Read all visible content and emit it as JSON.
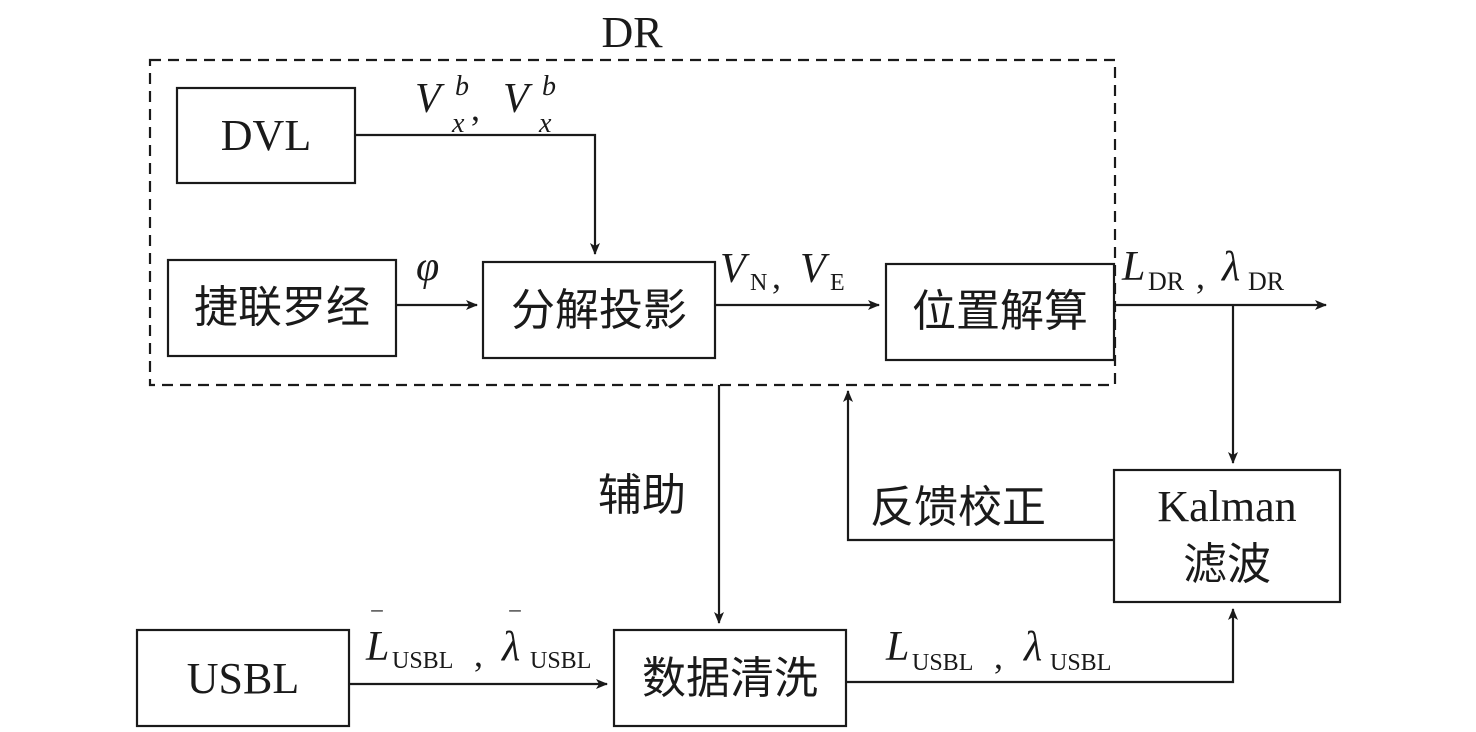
{
  "dr_group": {
    "label": "DR"
  },
  "blocks": {
    "dvl": "DVL",
    "compass": "捷联罗经",
    "projection": "分解投影",
    "position": "位置解算",
    "usbl": "USBL",
    "cleaning": "数据清洗",
    "kalman_line1": "Kalman",
    "kalman_line2": "滤波"
  },
  "labels": {
    "dvl_out": {
      "v1": "V",
      "sup1": "b",
      "sub1": "x",
      "comma": ",",
      "v2": "V",
      "sup2": "b",
      "sub2": "x"
    },
    "heading": "φ",
    "velocity": {
      "v1": "V",
      "sub1": "N",
      "comma": ",",
      "v2": "V",
      "sub2": "E"
    },
    "dr_out": {
      "v1": "L",
      "sub1": "DR",
      "comma": ",",
      "v2": "λ",
      "sub2": "DR"
    },
    "usbl_raw": {
      "bar": "‾",
      "v1": "L",
      "sub1": "USBL",
      "comma": ",",
      "v2": "λ",
      "sub2": "USBL"
    },
    "usbl_clean": {
      "v1": "L",
      "sub1": "USBL",
      "comma": ",",
      "v2": "λ",
      "sub2": "USBL"
    },
    "assist": "辅助",
    "feedback": "反馈校正"
  }
}
